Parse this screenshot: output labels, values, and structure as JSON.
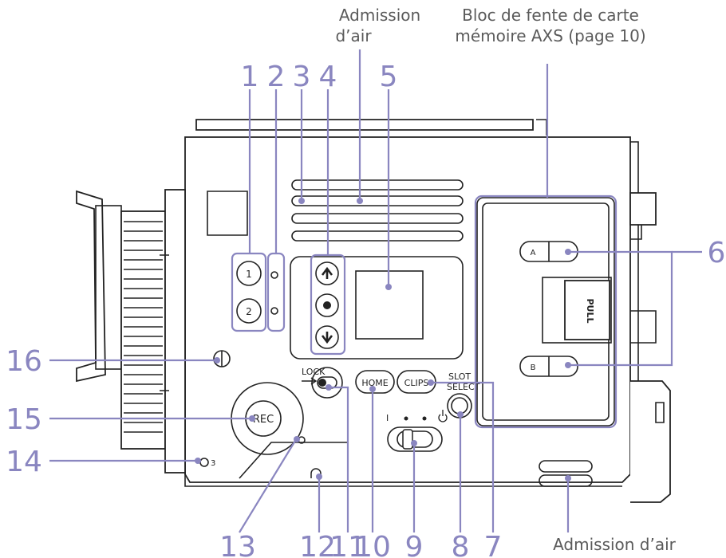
{
  "captions": {
    "air_intake_top": [
      "Admission",
      "d’air"
    ],
    "card_slot_block": [
      "Bloc de fente de carte",
      "mémoire AXS (page 10)"
    ],
    "air_intake_bottom": "Admission d’air"
  },
  "callouts": {
    "top": [
      "1",
      "2",
      "3",
      "4",
      "5"
    ],
    "right": "6",
    "left": [
      "16",
      "15",
      "14"
    ],
    "bottom": [
      "13",
      "12",
      "11",
      "10",
      "9",
      "8",
      "7"
    ]
  },
  "panel_labels": {
    "user_1": "1",
    "user_2": "2",
    "slot_a": "A",
    "slot_b": "B",
    "pull": "PULL",
    "lock": "LOCK",
    "home": "HOME",
    "clips": "CLIPS",
    "slot_select": [
      "SLOT",
      "SELECT"
    ],
    "rec": "REC",
    "power_on": "I",
    "tally_number": "3"
  },
  "colors": {
    "callout": "#8a86c0",
    "outline": "#222222"
  }
}
